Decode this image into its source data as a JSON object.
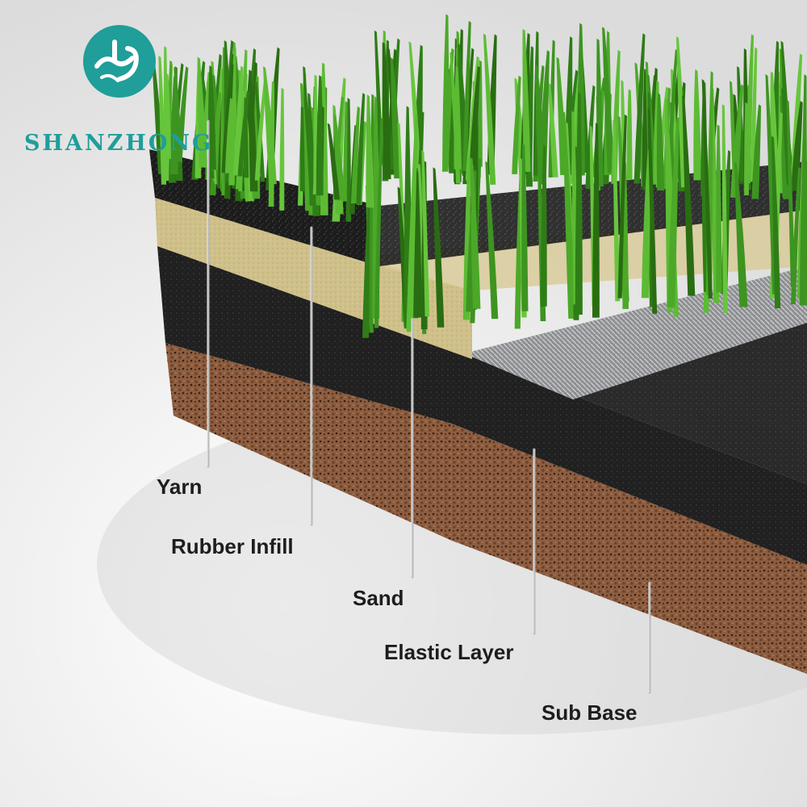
{
  "logo": {
    "brand": "SHANZHONG",
    "color": "#1f9e9a",
    "icon": "mountain-water-logo-icon"
  },
  "layers": [
    {
      "key": "yarn",
      "label": "Yarn",
      "color": "#3d8b1f"
    },
    {
      "key": "rubber_infill",
      "label": "Rubber Infill",
      "color": "#1e1e1e"
    },
    {
      "key": "sand",
      "label": "Sand",
      "color": "#cbbd85"
    },
    {
      "key": "elastic_layer",
      "label": "Elastic Layer",
      "color": "#222222"
    },
    {
      "key": "sub_base",
      "label": "Sub Base",
      "color": "#8a5a3c"
    }
  ]
}
